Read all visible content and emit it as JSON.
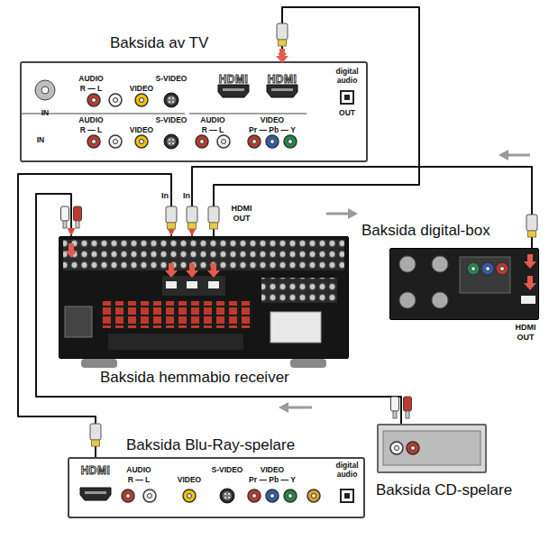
{
  "diagram": {
    "nodes": [
      {
        "text": [
          "Baksida av TV"
        ]
      },
      {
        "text": [
          "Baksida hemmabio receiver"
        ]
      },
      {
        "text": [
          "Baksida digital-box"
        ]
      },
      {
        "text": [
          "Baksida Blu-Ray-spelare"
        ]
      },
      {
        "text": [
          "Baksida CD-spelare"
        ]
      }
    ],
    "edges": [
      {
        "from": 1,
        "to": 0,
        "arrow": "to"
      },
      {
        "from": 2,
        "to": 1,
        "arrow": "to"
      },
      {
        "from": 3,
        "to": 1,
        "arrow": "to"
      },
      {
        "from": 4,
        "to": 1,
        "arrow": "to"
      }
    ],
    "labels": [
      "IN",
      "AUDIO",
      "R — L",
      "VIDEO",
      "S-VIDEO",
      "HDMI",
      "HDMI",
      "digital audio",
      "OUT",
      "IN",
      "AUDIO",
      "R — L",
      "VIDEO",
      "S-VIDEO",
      "AUDIO",
      "R — L",
      "VIDEO",
      "Pr — Pb — Y",
      "In",
      "In",
      "HDMI OUT",
      "HDMI OUT",
      "HDMI",
      "AUDIO",
      "R — L",
      "VIDEO",
      "S-VIDEO",
      "VIDEO",
      "Pr — Pb — Y",
      "digital audio"
    ]
  }
}
